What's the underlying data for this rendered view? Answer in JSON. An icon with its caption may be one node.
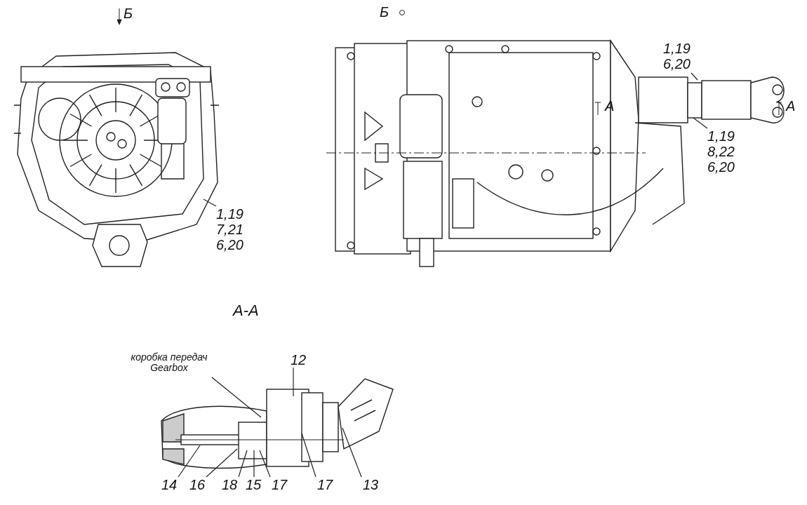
{
  "diagram": {
    "nodes": [
      {
        "text": [
          "1,19",
          "7,21",
          "6,20"
        ]
      },
      {
        "text": [
          "1,19",
          "6,20"
        ]
      },
      {
        "text": [
          "1,19",
          "8,22",
          "6,20"
        ]
      },
      {
        "text": [
          "коробка передач",
          "Gearbox"
        ]
      },
      {
        "text": [
          "12"
        ]
      },
      {
        "text": [
          "14"
        ]
      },
      {
        "text": [
          "16"
        ]
      },
      {
        "text": [
          "18"
        ]
      },
      {
        "text": [
          "15"
        ]
      },
      {
        "text": [
          "17"
        ]
      },
      {
        "text": [
          "17"
        ]
      },
      {
        "text": [
          "13"
        ]
      }
    ],
    "edges": [
      {
        "from": 0,
        "to": null,
        "arrow": "none"
      },
      {
        "from": 1,
        "to": null,
        "arrow": "none"
      },
      {
        "from": 2,
        "to": null,
        "arrow": "none"
      },
      {
        "from": 3,
        "to": null,
        "arrow": "none"
      },
      {
        "from": 4,
        "to": null,
        "arrow": "none"
      },
      {
        "from": 5,
        "to": null,
        "arrow": "none"
      },
      {
        "from": 6,
        "to": null,
        "arrow": "none"
      },
      {
        "from": 7,
        "to": null,
        "arrow": "none"
      },
      {
        "from": 8,
        "to": null,
        "arrow": "none"
      },
      {
        "from": 9,
        "to": null,
        "arrow": "none"
      },
      {
        "from": 10,
        "to": null,
        "arrow": "none"
      },
      {
        "from": 11,
        "to": null,
        "arrow": "none"
      }
    ],
    "labels": [
      "Б",
      "Б",
      "А",
      "А",
      "А-А"
    ]
  }
}
